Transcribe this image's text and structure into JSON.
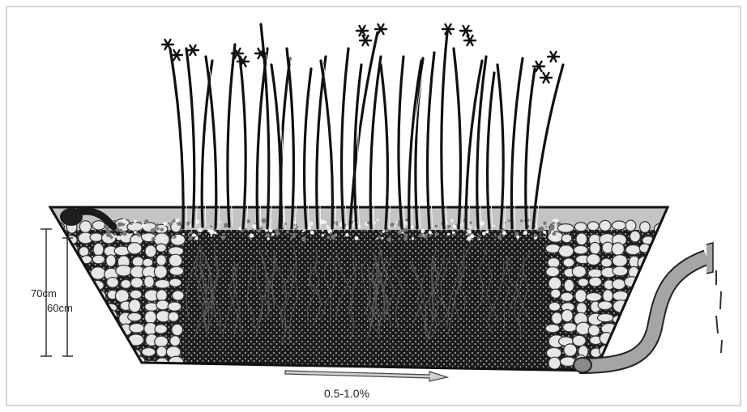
{
  "labels": {
    "depth_outer": "70cm",
    "depth_inner": "60cm",
    "slope": "0.5-1.0%"
  },
  "colors": {
    "stone_fill": "#e8e8e8",
    "stone_stroke": "#333333",
    "media_dark": "#1c1c1c",
    "water_surface": "#bdbdbd",
    "pipe": "#9e9e9e",
    "plant": "#111111"
  },
  "icons": {
    "inlet": "inlet-pipe-icon",
    "outlet": "outlet-pipe-icon",
    "flow_arrow": "flow-direction-arrow-icon"
  }
}
